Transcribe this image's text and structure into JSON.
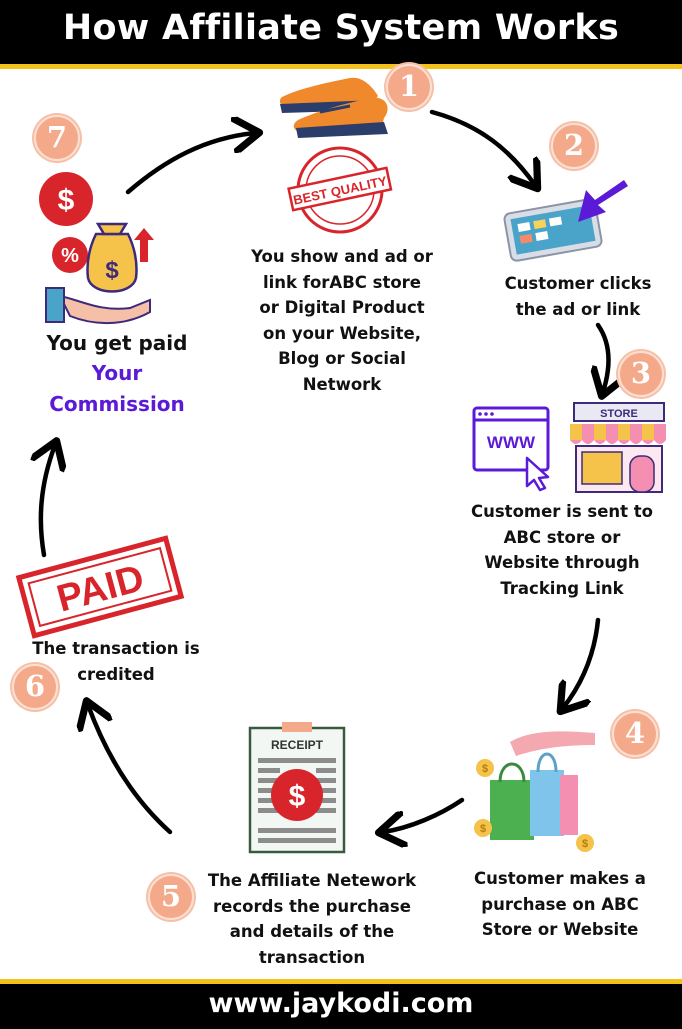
{
  "header": {
    "title": "How Affiliate System Works"
  },
  "footer": {
    "site": "www.jaykodi.com"
  },
  "colors": {
    "banner": "#000000",
    "accent_bar": "#f2c21b",
    "step_badge": "#f3a98a",
    "highlight_text": "#5b1ad6",
    "stamp_red": "#d8252b"
  },
  "steps": [
    {
      "number": "1",
      "lines": [
        "You show and ad or",
        "link forABC store",
        "or Digital Product",
        "on your Website,",
        "Blog or Social",
        "Network"
      ],
      "icons": [
        "sneakers-icon",
        "best-quality-stamp-icon"
      ],
      "stamp_lines": [
        "BEST QUALITY"
      ]
    },
    {
      "number": "2",
      "lines": [
        "Customer clicks",
        "the ad or link"
      ],
      "icons": [
        "tablet-click-icon"
      ]
    },
    {
      "number": "3",
      "lines": [
        "Customer is sent to",
        "ABC store or",
        "Website through",
        "Tracking Link"
      ],
      "icons": [
        "browser-www-icon",
        "store-icon"
      ],
      "browser_text": "WWW",
      "store_sign": "STORE"
    },
    {
      "number": "4",
      "lines": [
        "Customer makes a",
        "purchase on ABC",
        "Store or Website"
      ],
      "icons": [
        "shopping-bags-icon"
      ]
    },
    {
      "number": "5",
      "lines": [
        "The Affiliate Netework",
        "records the purchase",
        "and details of the",
        "transaction"
      ],
      "icons": [
        "receipt-icon"
      ],
      "receipt_title": "RECEIPT",
      "receipt_symbol": "$"
    },
    {
      "number": "6",
      "lines": [
        "The transaction is",
        "credited"
      ],
      "icons": [
        "paid-stamp-icon"
      ],
      "stamp_text": "PAID"
    },
    {
      "number": "7",
      "lines": [
        "You get paid",
        "Your",
        "Commission"
      ],
      "icons": [
        "commission-money-icon"
      ],
      "coin_symbol": "$"
    }
  ]
}
